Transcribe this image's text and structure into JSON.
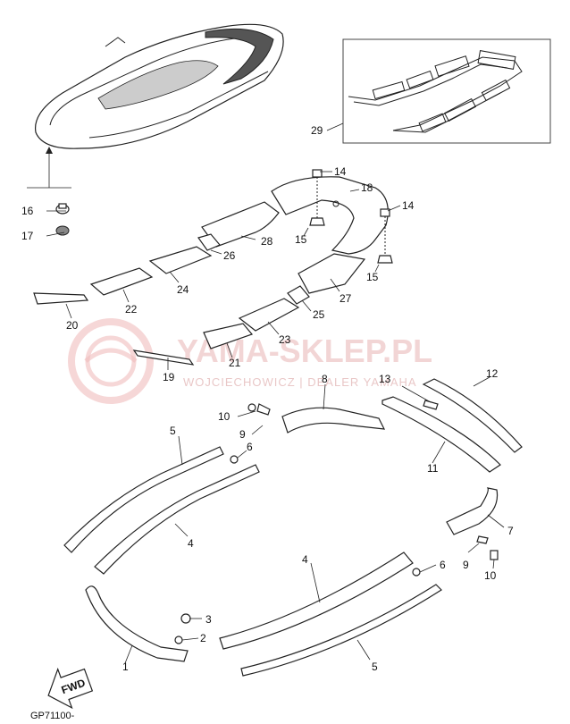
{
  "diagram": {
    "code": "GP71100-",
    "fwd_label": "FWD",
    "watermark": {
      "brand": "YAMA-SKLEP.PL",
      "dealer": "WOJCIECHOWICZ | DEALER YAMAHA"
    },
    "callouts": [
      "1",
      "2",
      "3",
      "4",
      "4",
      "5",
      "5",
      "6",
      "6",
      "7",
      "8",
      "9",
      "9",
      "10",
      "10",
      "11",
      "12",
      "13",
      "14",
      "14",
      "15",
      "15",
      "16",
      "17",
      "18",
      "19",
      "20",
      "21",
      "22",
      "23",
      "24",
      "25",
      "26",
      "27",
      "28",
      "29"
    ]
  }
}
